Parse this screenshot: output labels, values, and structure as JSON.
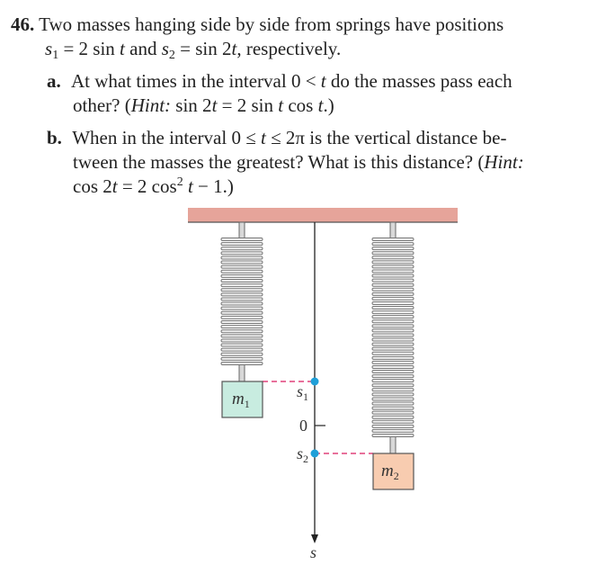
{
  "problem": {
    "number": "46.",
    "intro_line1": "Two masses hanging side by side from springs have positions",
    "eq1_var": "s",
    "eq1_sub": "1",
    "eq1_rhs_pre": " = 2 sin ",
    "eq1_t": "t",
    "and_text": " and ",
    "eq2_var": "s",
    "eq2_sub": "2",
    "eq2_rhs_pre": " = sin 2",
    "eq2_t": "t",
    "respectively": ", respectively."
  },
  "part_a": {
    "label": "a.",
    "line1_pre": "At what times in the interval 0 < ",
    "line1_t": "t",
    "line1_post": " do the masses pass each",
    "line2_pre": "other? (",
    "hint_word": "Hint:",
    "hint_eq_pre": " sin 2",
    "hint_t1": "t",
    "hint_eq_mid": " = 2 sin ",
    "hint_t2": "t",
    "hint_eq_mid2": " cos ",
    "hint_t3": "t",
    "hint_close": ".)"
  },
  "part_b": {
    "label": "b.",
    "line1_pre": "When in the interval 0 ≤ ",
    "line1_t": "t",
    "line1_post": " ≤ 2π is the vertical distance be-",
    "line2_pre": "tween the masses the greatest? What is this distance? (",
    "hint_word": "Hint:",
    "line3_pre": "cos 2",
    "line3_t1": "t",
    "line3_mid": " = 2 cos",
    "line3_sup": "2",
    "line3_t2": " t",
    "line3_post": " − 1.)"
  },
  "diagram": {
    "mass1_label": "m",
    "mass1_sub": "1",
    "mass2_label": "m",
    "mass2_sub": "2",
    "axis_label": "s",
    "s1_label": "s",
    "s1_sub": "1",
    "zero_label": "0",
    "s2_label": "s",
    "s2_sub": "2",
    "colors": {
      "ceiling": "#e6a49a",
      "mass1_fill": "#c8ece0",
      "mass2_fill": "#f8ccb0",
      "dash": "#e0407a",
      "point": "#1f9fd8",
      "spring": "#777777"
    }
  }
}
